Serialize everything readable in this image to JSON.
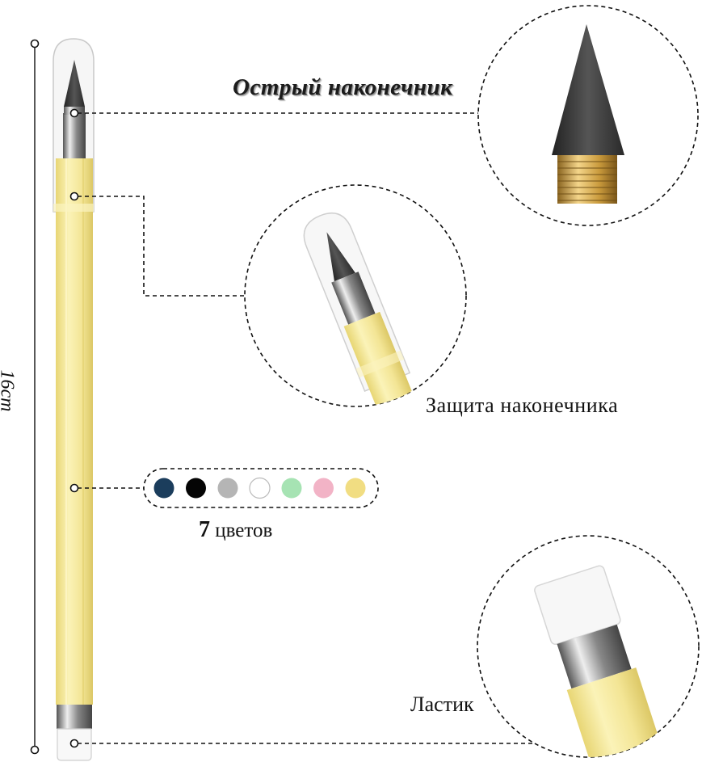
{
  "labels": {
    "sharp_tip": "Острый наконечник",
    "tip_protection": "Защита наконечника",
    "colors_count": "7",
    "colors_word": "цветов",
    "eraser": "Ластик",
    "length": "16cm"
  },
  "swatches": [
    {
      "name": "navy",
      "color": "#1b3d5c"
    },
    {
      "name": "black",
      "color": "#050505"
    },
    {
      "name": "gray",
      "color": "#b5b5b5"
    },
    {
      "name": "white",
      "color": "#ffffff"
    },
    {
      "name": "mint-green",
      "color": "#a6e3b3"
    },
    {
      "name": "pink",
      "color": "#f2b3c6"
    },
    {
      "name": "yellow",
      "color": "#f1dd82"
    }
  ],
  "colors": {
    "pencil_body": "#f5ea9e",
    "pencil_edge": "#e6d372",
    "lead": "#3c3c3c",
    "brass": "#c99a3c",
    "metal": "#9a9a9a"
  }
}
